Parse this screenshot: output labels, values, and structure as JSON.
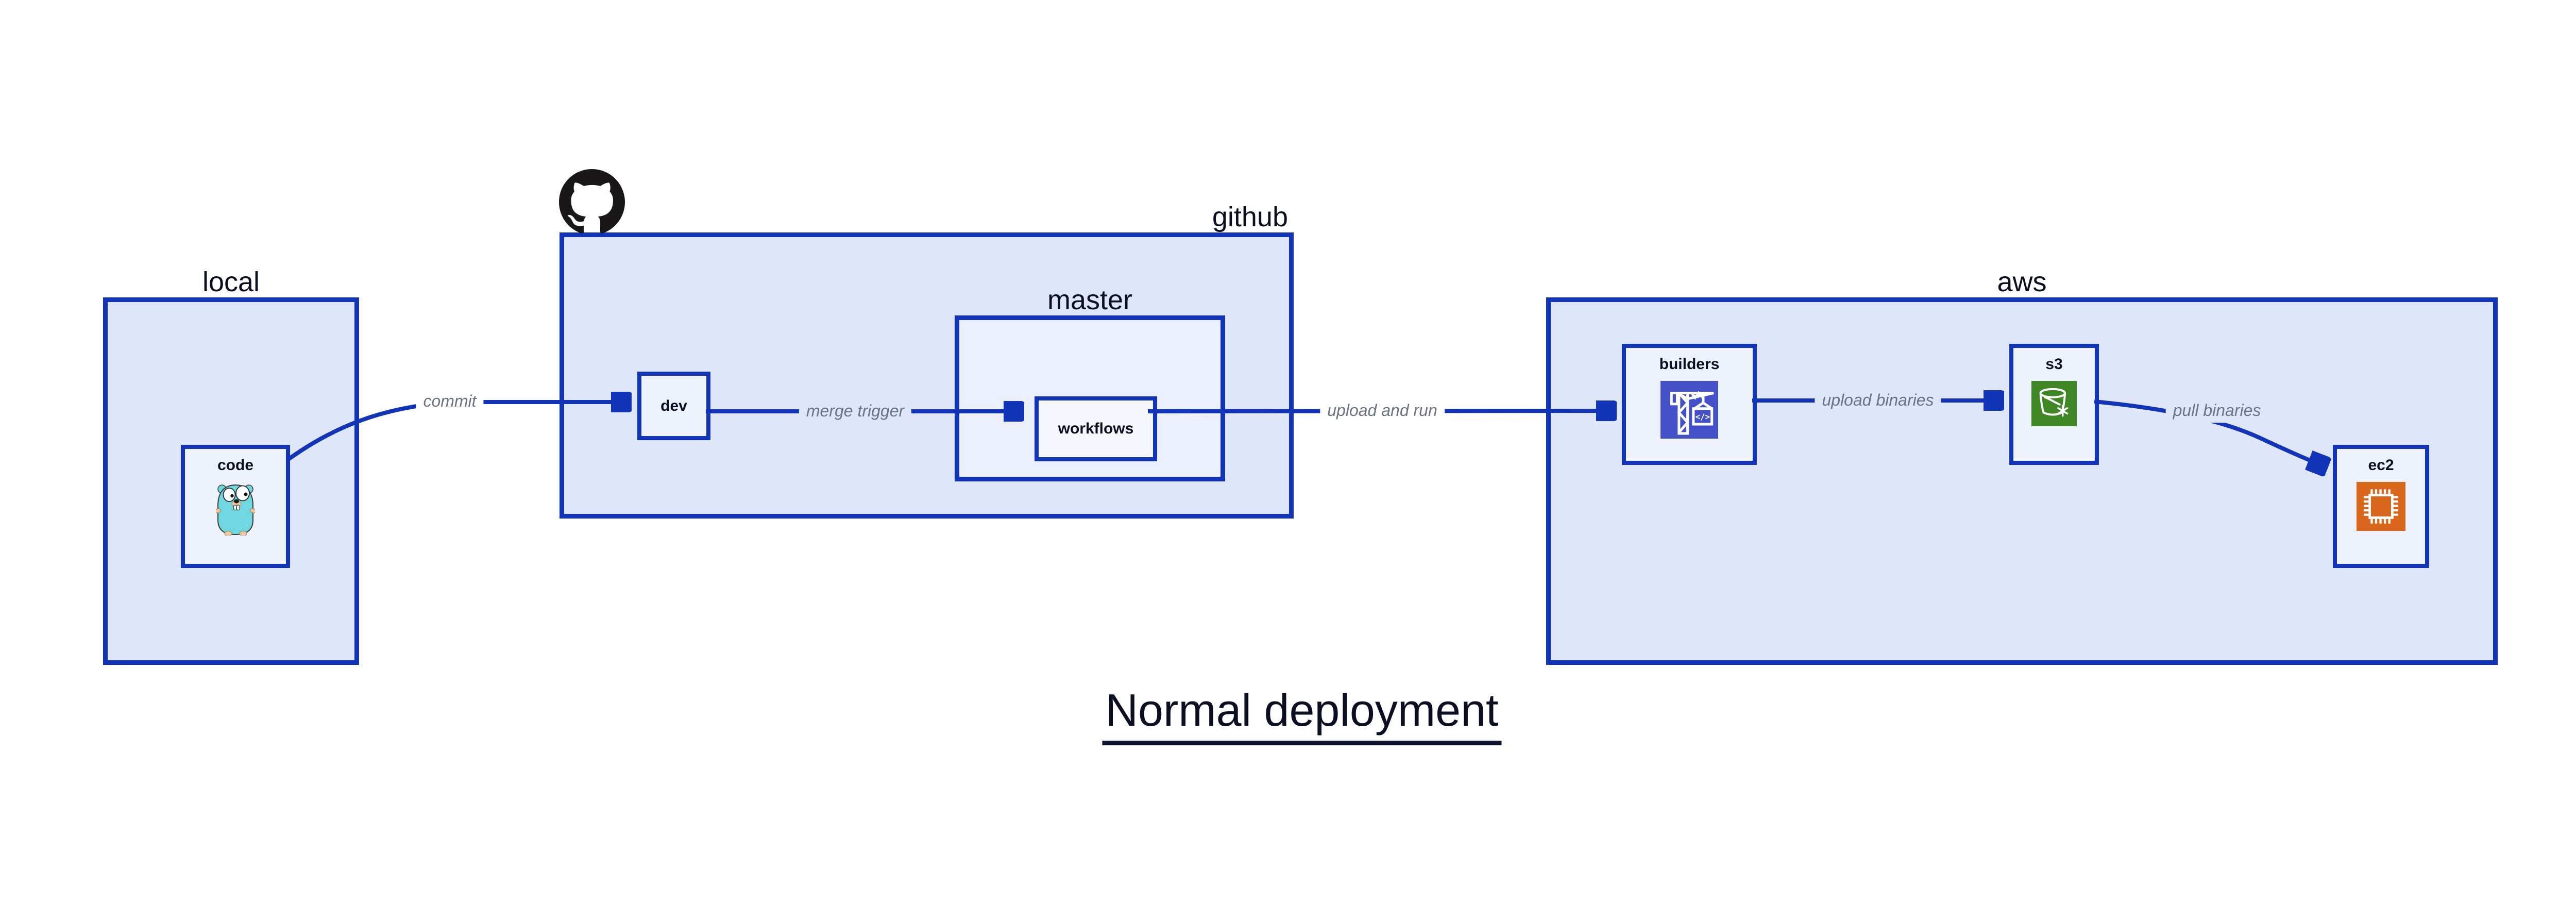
{
  "diagram_title": "Normal deployment",
  "containers": {
    "local": {
      "label": "local"
    },
    "github": {
      "label": "github"
    },
    "master": {
      "label": "master"
    },
    "aws": {
      "label": "aws"
    }
  },
  "nodes": {
    "code": {
      "label": "code"
    },
    "dev": {
      "label": "dev"
    },
    "workflows": {
      "label": "workflows"
    },
    "builders": {
      "label": "builders"
    },
    "s3": {
      "label": "s3"
    },
    "ec2": {
      "label": "ec2"
    }
  },
  "edges": {
    "commit": {
      "label": "commit"
    },
    "merge_trigger": {
      "label": "merge trigger"
    },
    "upload_and_run": {
      "label": "upload and run"
    },
    "upload_binaries": {
      "label": "upload binaries"
    },
    "pull_binaries": {
      "label": "pull binaries"
    }
  },
  "icons": {
    "github": "github-octocat-mark",
    "code": "go-gopher-mascot",
    "builders": "aws-codebuild-crane",
    "s3": "aws-s3-glacier-bucket-snowflake",
    "ec2": "aws-ec2-chip"
  },
  "colors": {
    "background": "#ffffff",
    "container_fill": "#e0e6f9",
    "subcontainer_fill": "#ecf0fc",
    "node_fill": "#eef2fc",
    "innermost_node_fill": "#f5f7fe",
    "stroke_blue": "#1134b8",
    "label_navy": "#0a1022",
    "edge_label_gray": "#6b7283",
    "github_black": "#191717",
    "gopher_teal": "#6fd7df",
    "codebuild_indigo": "#4450c8",
    "s3_green": "#3f8624",
    "ec2_orange": "#d9671b"
  }
}
